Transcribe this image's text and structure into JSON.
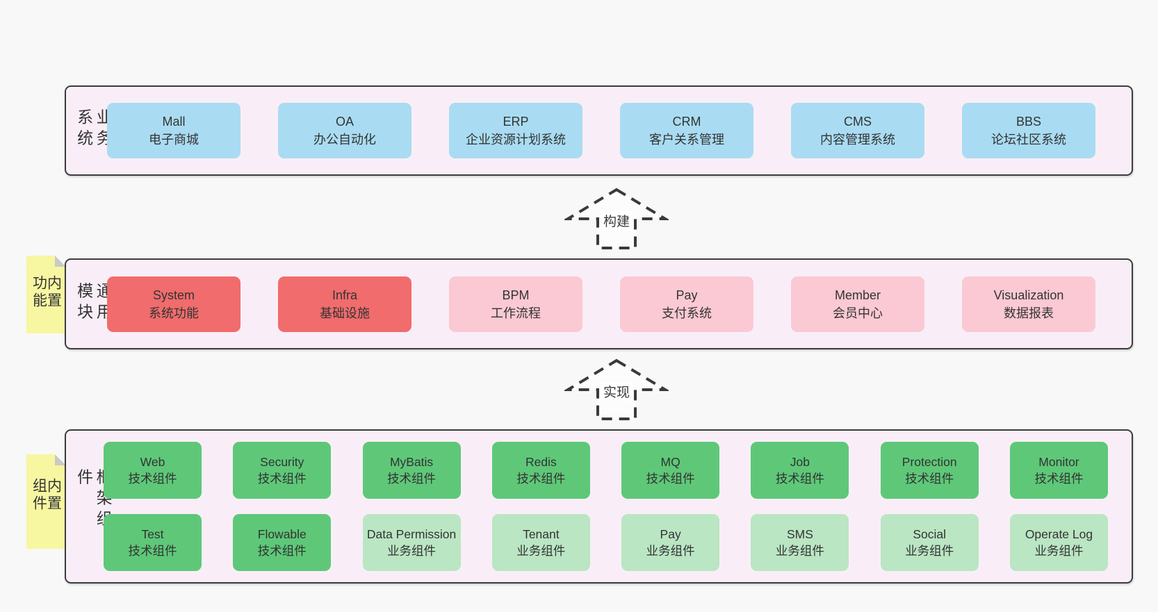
{
  "colors": {
    "page_bg": "#f8f8f8",
    "panel_bg": "#f9eef7",
    "panel_border": "#3c3c3c",
    "blue": "#a9dcf2",
    "red": "#f16c6c",
    "pink": "#fbc9d3",
    "green": "#5ec878",
    "light_green": "#bae6c3",
    "note_yellow": "#f7f7a1",
    "text": "#333333"
  },
  "arrows": [
    {
      "label": "构建"
    },
    {
      "label": "实现"
    }
  ],
  "layers": [
    {
      "label": "业务系统",
      "note": null,
      "rows": [
        [
          {
            "name": "Mall",
            "desc": "电子商城",
            "variant": "blue"
          },
          {
            "name": "OA",
            "desc": "办公自动化",
            "variant": "blue"
          },
          {
            "name": "ERP",
            "desc": "企业资源计划系统",
            "variant": "blue"
          },
          {
            "name": "CRM",
            "desc": "客户关系管理",
            "variant": "blue"
          },
          {
            "name": "CMS",
            "desc": "内容管理系统",
            "variant": "blue"
          },
          {
            "name": "BBS",
            "desc": "论坛社区系统",
            "variant": "blue"
          }
        ]
      ]
    },
    {
      "label": "通用模块",
      "note": "内置功能",
      "rows": [
        [
          {
            "name": "System",
            "desc": "系统功能",
            "variant": "red"
          },
          {
            "name": "Infra",
            "desc": "基础设施",
            "variant": "red"
          },
          {
            "name": "BPM",
            "desc": "工作流程",
            "variant": "pink"
          },
          {
            "name": "Pay",
            "desc": "支付系统",
            "variant": "pink"
          },
          {
            "name": "Member",
            "desc": "会员中心",
            "variant": "pink"
          },
          {
            "name": "Visualization",
            "desc": "数据报表",
            "variant": "pink"
          }
        ]
      ]
    },
    {
      "label": "框架组件",
      "note": "内置组件",
      "rows": [
        [
          {
            "name": "Web",
            "desc": "技术组件",
            "variant": "green"
          },
          {
            "name": "Security",
            "desc": "技术组件",
            "variant": "green"
          },
          {
            "name": "MyBatis",
            "desc": "技术组件",
            "variant": "green"
          },
          {
            "name": "Redis",
            "desc": "技术组件",
            "variant": "green"
          },
          {
            "name": "MQ",
            "desc": "技术组件",
            "variant": "green"
          },
          {
            "name": "Job",
            "desc": "技术组件",
            "variant": "green"
          },
          {
            "name": "Protection",
            "desc": "技术组件",
            "variant": "green"
          },
          {
            "name": "Monitor",
            "desc": "技术组件",
            "variant": "green"
          }
        ],
        [
          {
            "name": "Test",
            "desc": "技术组件",
            "variant": "green"
          },
          {
            "name": "Flowable",
            "desc": "技术组件",
            "variant": "green"
          },
          {
            "name": "Data Permission",
            "desc": "业务组件",
            "variant": "lightgreen"
          },
          {
            "name": "Tenant",
            "desc": "业务组件",
            "variant": "lightgreen"
          },
          {
            "name": "Pay",
            "desc": "业务组件",
            "variant": "lightgreen"
          },
          {
            "name": "SMS",
            "desc": "业务组件",
            "variant": "lightgreen"
          },
          {
            "name": "Social",
            "desc": "业务组件",
            "variant": "lightgreen"
          },
          {
            "name": "Operate Log",
            "desc": "业务组件",
            "variant": "lightgreen"
          }
        ]
      ]
    }
  ]
}
